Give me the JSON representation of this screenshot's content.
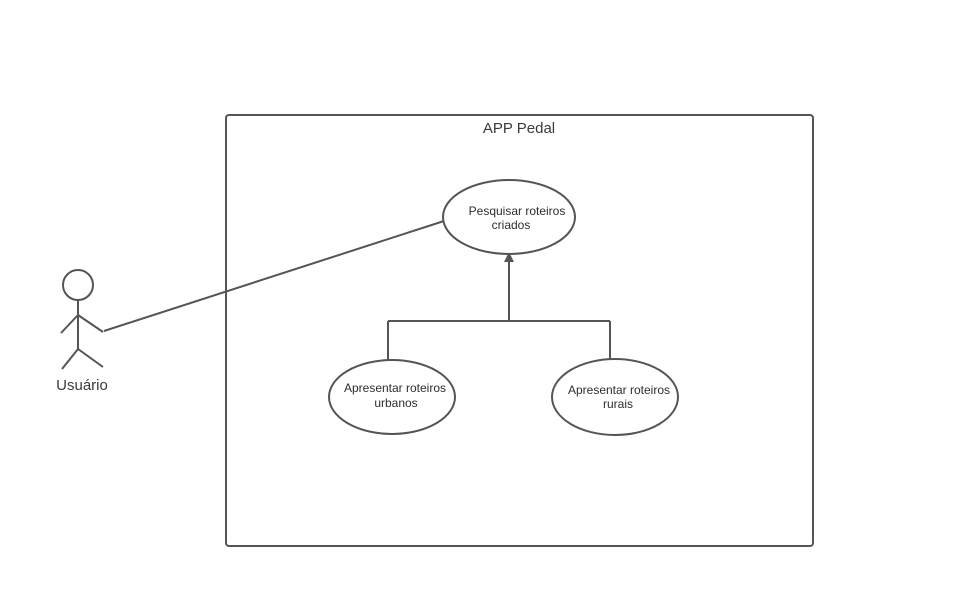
{
  "system": {
    "title": "APP Pedal"
  },
  "actor": {
    "name": "Usuário"
  },
  "use_cases": {
    "search": {
      "line1": "Pesquisar roteiros",
      "line2": "criados"
    },
    "urban": {
      "line1": "Apresentar roteiros",
      "line2": "urbanos"
    },
    "rural": {
      "line1": "Apresentar roteiros",
      "line2": "rurais"
    }
  },
  "colors": {
    "line": "#555555",
    "text": "#3a3a3a",
    "background": "#ffffff"
  }
}
